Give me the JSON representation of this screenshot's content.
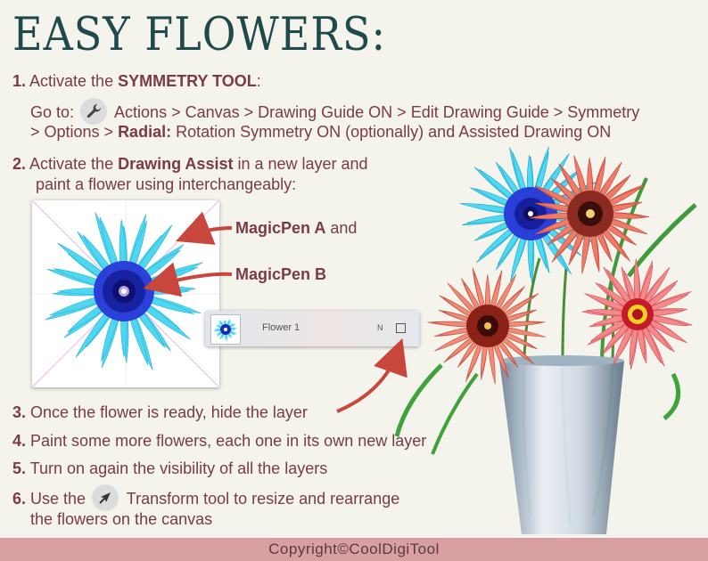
{
  "title": "EASY FLOWERS:",
  "steps": {
    "s1": {
      "num": "1.",
      "pre": "Activate the ",
      "bold": "SYMMETRY TOOL",
      "post": ":"
    },
    "s1_sub": {
      "line1_pre": "Go to: ",
      "line1_post": " Actions > Canvas > Drawing Guide ON > Edit Drawing Guide > Symmetry",
      "line2_pre": "> Options > ",
      "line2_bold": "Radial:",
      "line2_post": " Rotation Symmetry ON (optionally) and Assisted Drawing ON"
    },
    "s2": {
      "num": "2.",
      "pre": "Activate the ",
      "bold": "Drawing Assist",
      "post": " in a new layer and"
    },
    "s2_line2": "paint a flower using interchangeably:",
    "s3": {
      "num": "3.",
      "text": "Once the flower is ready, hide the layer"
    },
    "s4": {
      "num": "4.",
      "text": "Paint some more flowers, each one in its own new layer"
    },
    "s5": {
      "num": "5.",
      "text": "Turn on again the visibility of all the layers"
    },
    "s6": {
      "num": "6.",
      "pre": "Use the ",
      "post": " Transform tool to resize and rearrange"
    },
    "s6_line2": "the flowers on the canvas"
  },
  "pens": {
    "a_bold": "MagicPen A",
    "a_post": " and",
    "b_bold": "MagicPen B"
  },
  "layer": {
    "name": "Flower 1",
    "mode": "N"
  },
  "icons": {
    "actions": "wrench-icon",
    "transform": "arrow-cursor-icon"
  },
  "colors": {
    "text": "#7a3a48",
    "title": "#1f4a4c",
    "arrow": "#c8463c",
    "footer_bg": "#d8a0a2"
  },
  "footer": "Copyright©CoolDigiTool"
}
